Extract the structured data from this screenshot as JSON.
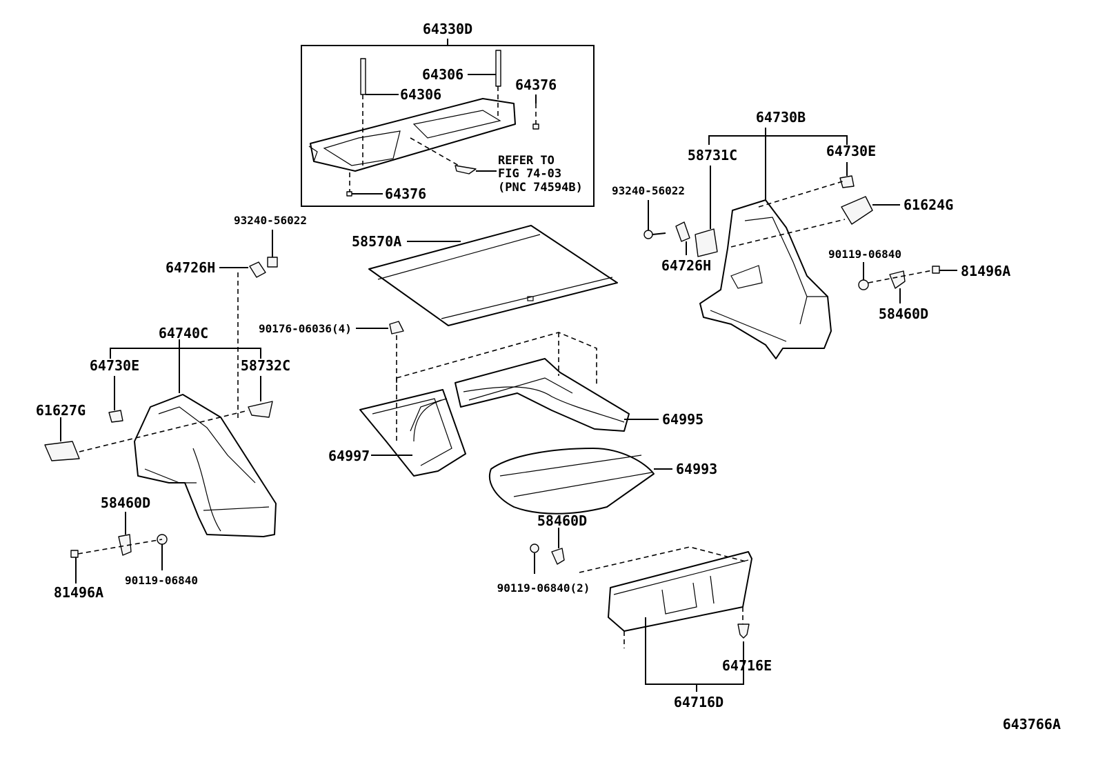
{
  "figure_id": "643766A",
  "callouts": {
    "p64330D": "64330D",
    "p64306a": "64306",
    "p64306b": "64306",
    "p64376a": "64376",
    "p64376b": "64376",
    "refer1": "REFER TO",
    "refer2": "FIG 74-03",
    "refer3": "(PNC 74594B)",
    "p93240L": "93240-56022",
    "p64726HL": "64726H",
    "p58570A": "58570A",
    "p90176": "90176-06036(4)",
    "p64740C": "64740C",
    "p64730EL": "64730E",
    "p58732C": "58732C",
    "p61627G": "61627G",
    "p58460DL": "58460D",
    "p81496AL": "81496A",
    "p90119L": "90119-06840",
    "p64997": "64997",
    "p64995": "64995",
    "p64993": "64993",
    "p58460DM": "58460D",
    "p90119M": "90119-06840(2)",
    "p64716E": "64716E",
    "p64716D": "64716D",
    "p64730B": "64730B",
    "p58731C": "58731C",
    "p64730ER": "64730E",
    "p93240R": "93240-56022",
    "p61624G": "61624G",
    "p64726HR": "64726H",
    "p90119R": "90119-06840",
    "p81496AR": "81496A",
    "p58460DR": "58460D"
  }
}
